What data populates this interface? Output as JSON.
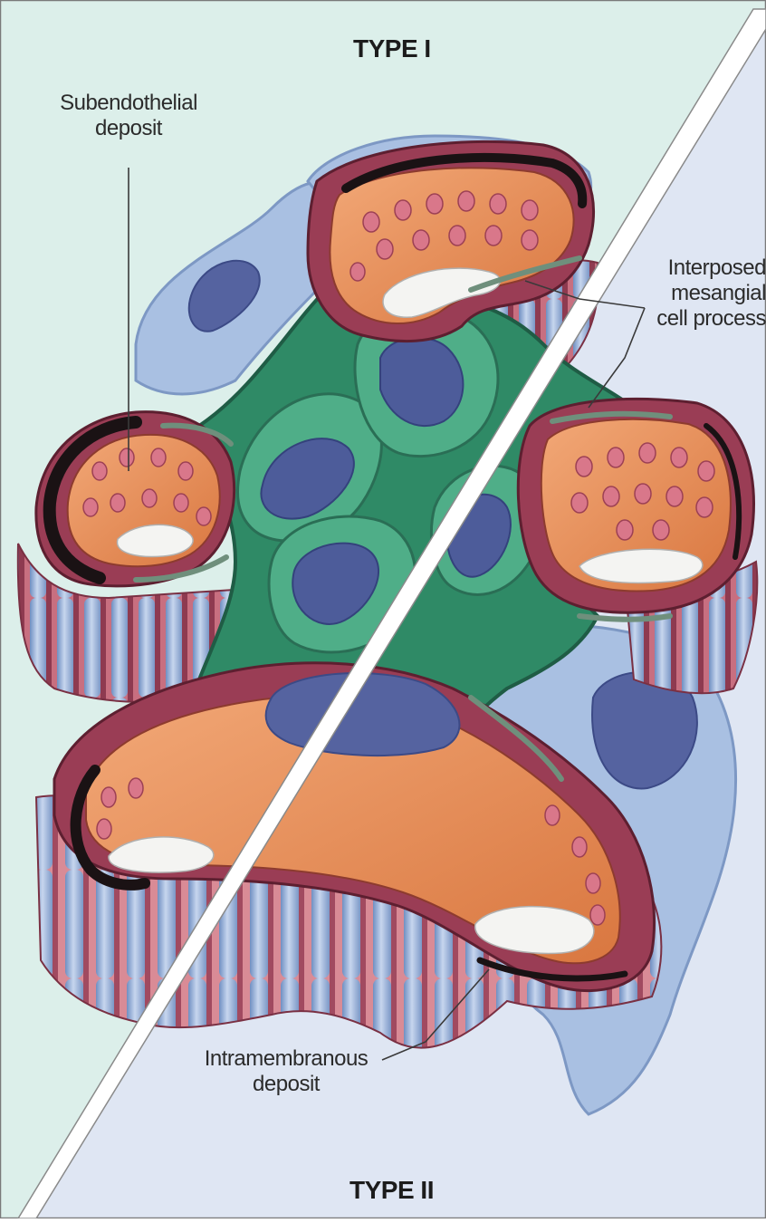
{
  "labels": {
    "type_i": "TYPE I",
    "type_ii": "TYPE II",
    "subendothelial_line1": "Subendothelial",
    "subendothelial_line2": "deposit",
    "interposed_line1": "Interposed",
    "interposed_line2": "mesangial",
    "interposed_line3": "cell process",
    "intramembranous_line1": "Intramembranous",
    "intramembranous_line2": "deposit"
  },
  "colors": {
    "type_i_background": "#dcefea",
    "type_ii_background": "#dfe6f3",
    "divider": "#ffffff",
    "basement_membrane": "#9a3d55",
    "capillary_lumen": "#e58a55",
    "mesangial_matrix": "#3f9a78",
    "mesangial_dark": "#1f6b50",
    "nucleus": "#4d5c9a",
    "podocyte": "#9fb8dc",
    "dense_deposit": "#161012"
  }
}
